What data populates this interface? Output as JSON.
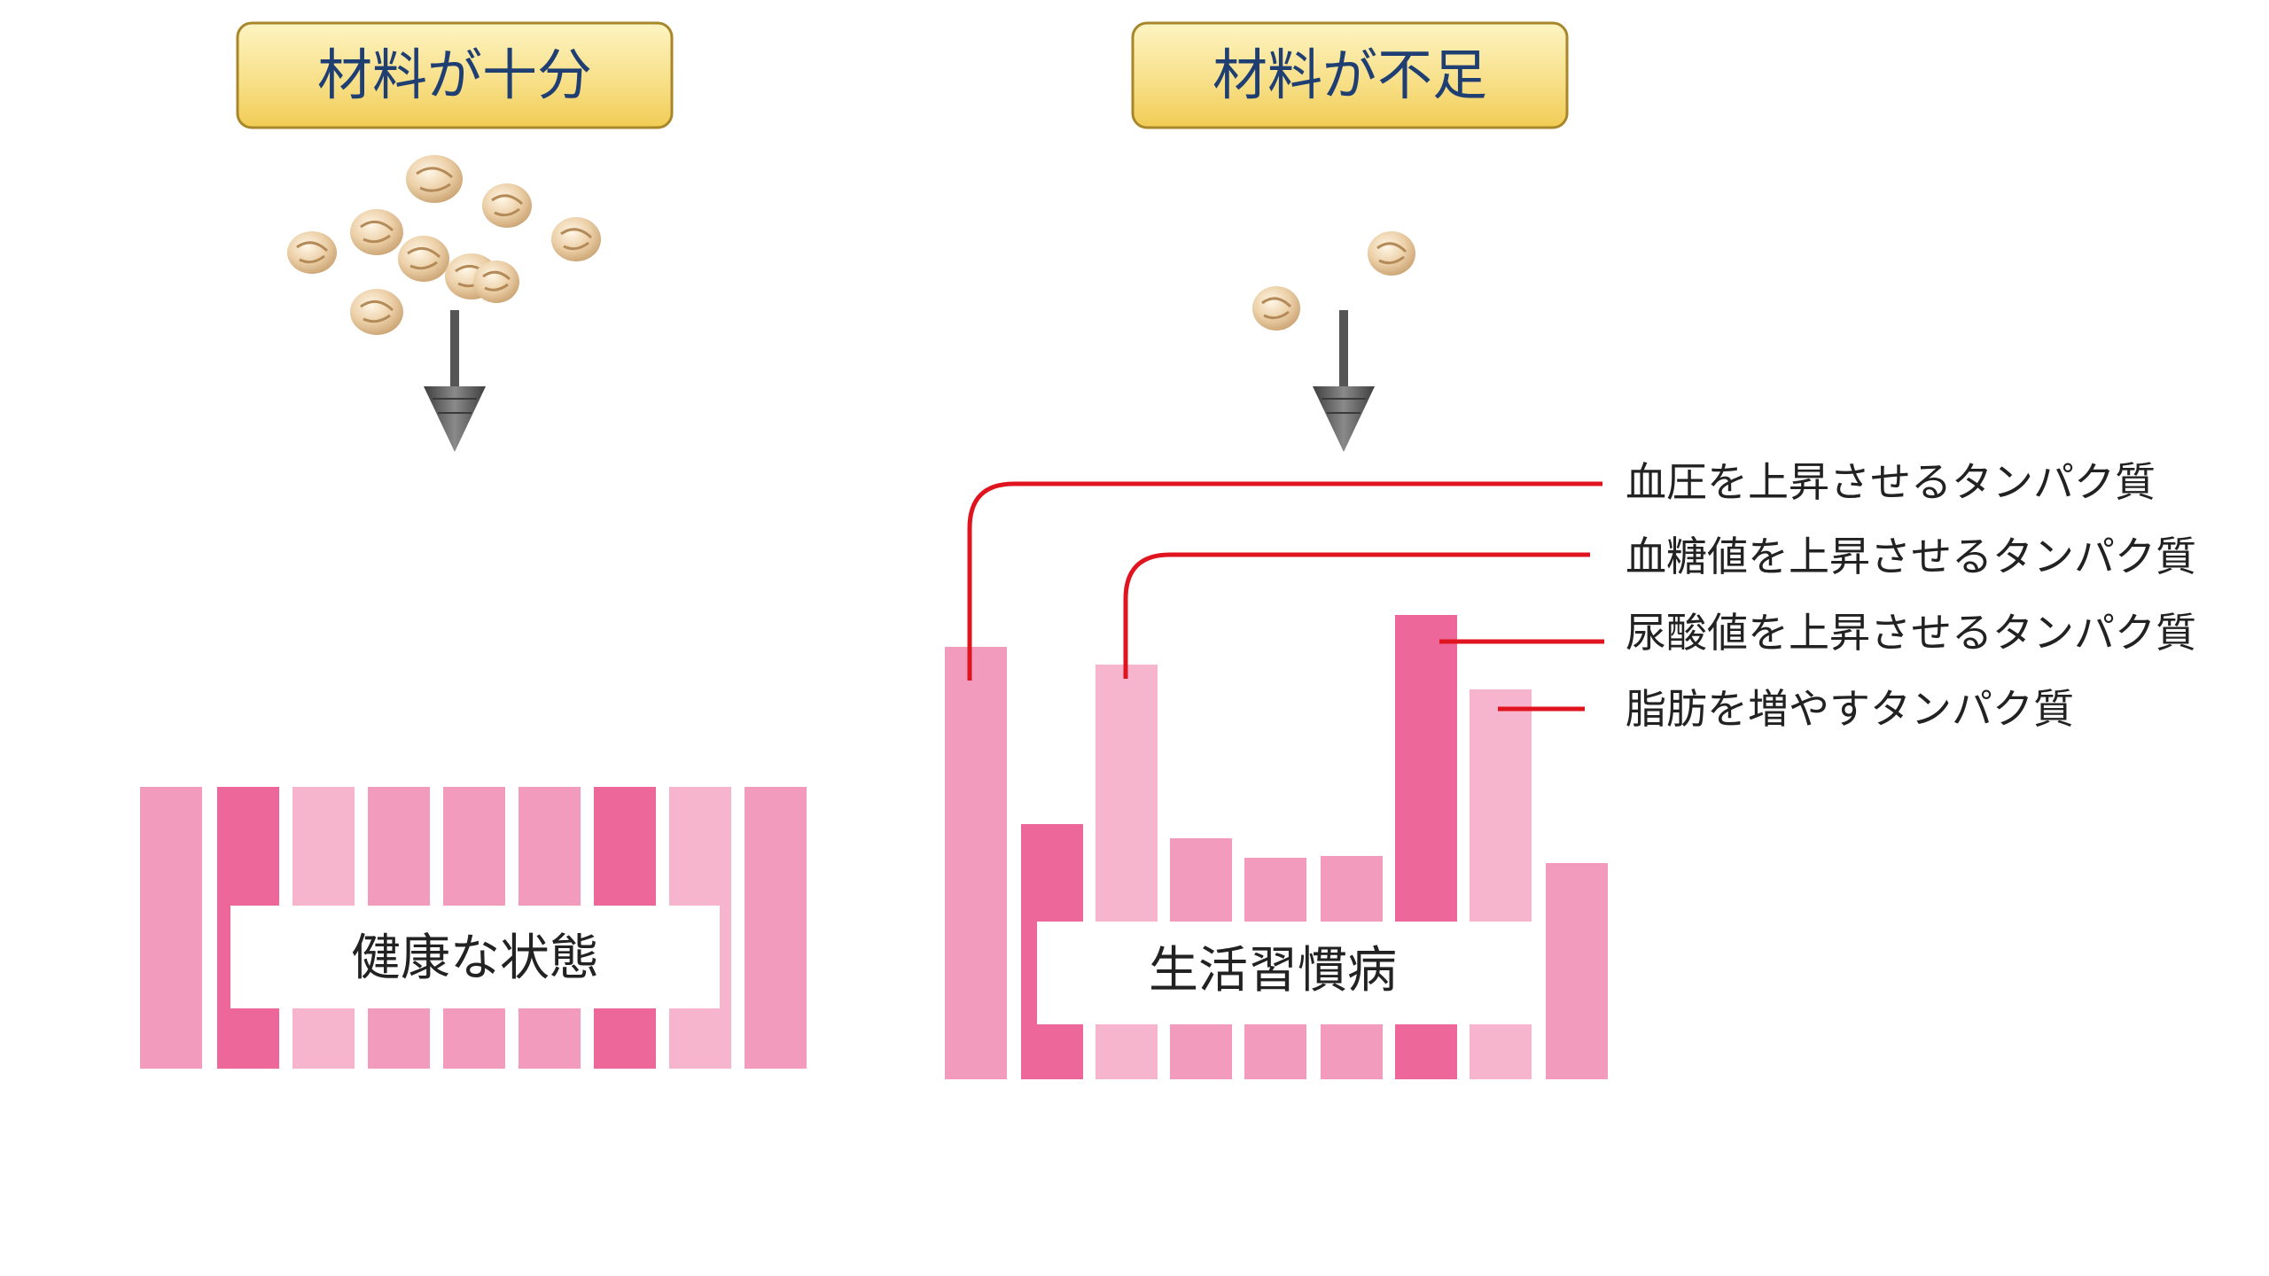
{
  "colors": {
    "pink_medium": "#f39bbc",
    "pink_dark": "#ee679a",
    "pink_light": "#f7b4cd",
    "leader_line": "#e0141e",
    "header_fill_top": "#fdf4c2",
    "header_fill_bottom": "#f1cc55",
    "header_border": "#a8862a",
    "header_text": "#1f3f73",
    "arrow": "#555555",
    "particle": "#e8c79c"
  },
  "left_panel": {
    "header": "材料が十分",
    "state_label": "健康な状態",
    "material_icon": "protein-particle-icon",
    "arrow_icon": "down-arrow-icon"
  },
  "right_panel": {
    "header": "材料が不足",
    "state_label": "生活習慣病",
    "material_icon": "protein-particle-icon",
    "arrow_icon": "down-arrow-icon",
    "labels": [
      "血圧を上昇させるタンパク質",
      "血糖値を上昇させるタンパク質",
      "尿酸値を上昇させるタンパク質",
      "脂肪を増やすタンパク質"
    ]
  }
}
